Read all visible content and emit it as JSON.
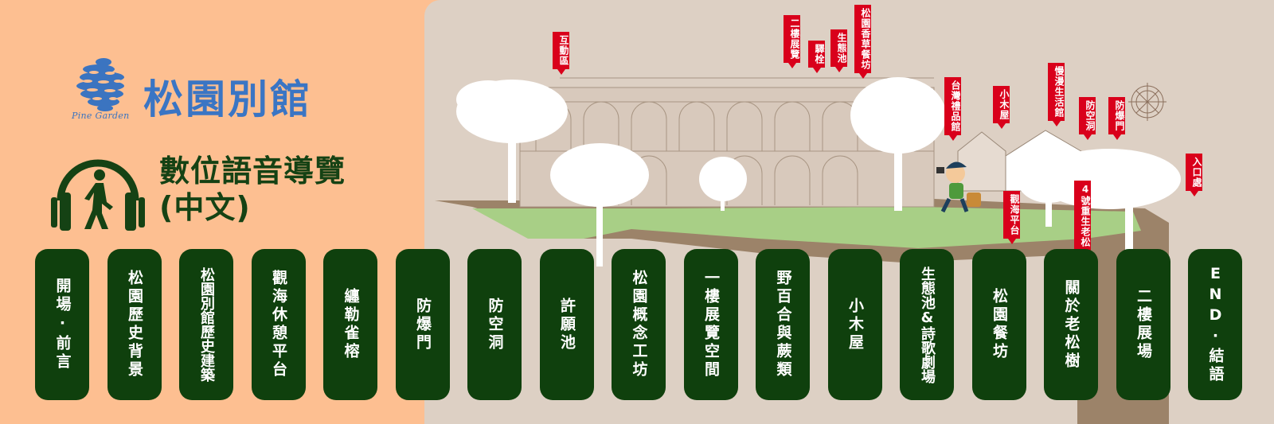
{
  "brand": {
    "logo_subtitle": "Pine Garden",
    "title": "松園別館",
    "color": "#3a75c4"
  },
  "guide": {
    "title_line1": "數位語音導覽",
    "title_line2": "(中文)",
    "color": "#154214",
    "icon": "headphones-walking-person-icon"
  },
  "map": {
    "background": "#ddd0c4",
    "lawn_color": "#a8cf86",
    "path_color": "#9c8369",
    "marker_color": "#d9001b",
    "compass_icon": "compass-rose-icon",
    "character_icon": "tourist-character-icon",
    "markers": [
      {
        "label": "互動區"
      },
      {
        "label": "二樓展覽"
      },
      {
        "label": "驛栓"
      },
      {
        "label": "生態池"
      },
      {
        "label": "松園香草餐坊"
      },
      {
        "label": "台灣禮品館"
      },
      {
        "label": "小木屋"
      },
      {
        "label": "慢漫生活館"
      },
      {
        "label": "防空洞"
      },
      {
        "label": "防爆門"
      },
      {
        "label": "入口處"
      },
      {
        "label": "觀海平台"
      },
      {
        "label": "4號重生老松"
      }
    ]
  },
  "chapters": {
    "button_color": "#0f400d",
    "items": [
      {
        "label": "開場·前言"
      },
      {
        "label": "松園歷史背景"
      },
      {
        "label": "松園別館歷史建築"
      },
      {
        "label": "觀海休憩平台"
      },
      {
        "label": "纏勒雀榕"
      },
      {
        "label": "防爆門"
      },
      {
        "label": "防空洞"
      },
      {
        "label": "許願池"
      },
      {
        "label": "松園概念工坊"
      },
      {
        "label": "一樓展覽空間"
      },
      {
        "label": "野百合與蕨類"
      },
      {
        "label": "小木屋"
      },
      {
        "label": "生態池&詩歌劇場"
      },
      {
        "label": "松園餐坊"
      },
      {
        "label": "關於老松樹"
      },
      {
        "label": "二樓展場"
      },
      {
        "label": "END·結語"
      }
    ]
  }
}
